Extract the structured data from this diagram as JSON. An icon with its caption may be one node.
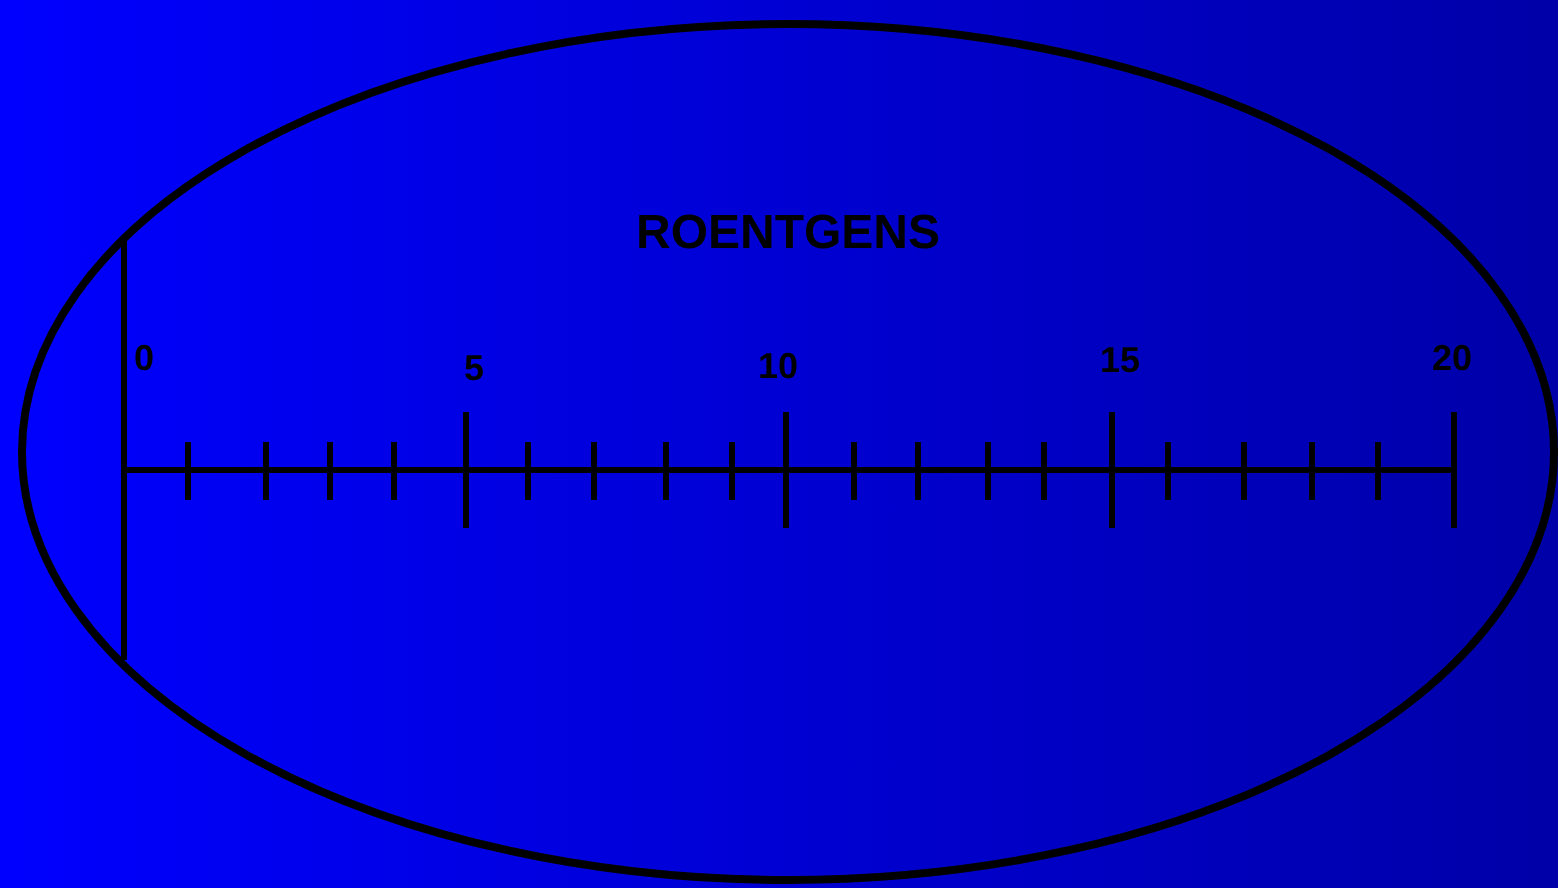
{
  "diagram": {
    "nodes": [
      {
        "text": [
          "ROENTGENS"
        ]
      }
    ],
    "edges": [],
    "labels": [
      "0",
      "5",
      "10",
      "15",
      "20"
    ]
  }
}
